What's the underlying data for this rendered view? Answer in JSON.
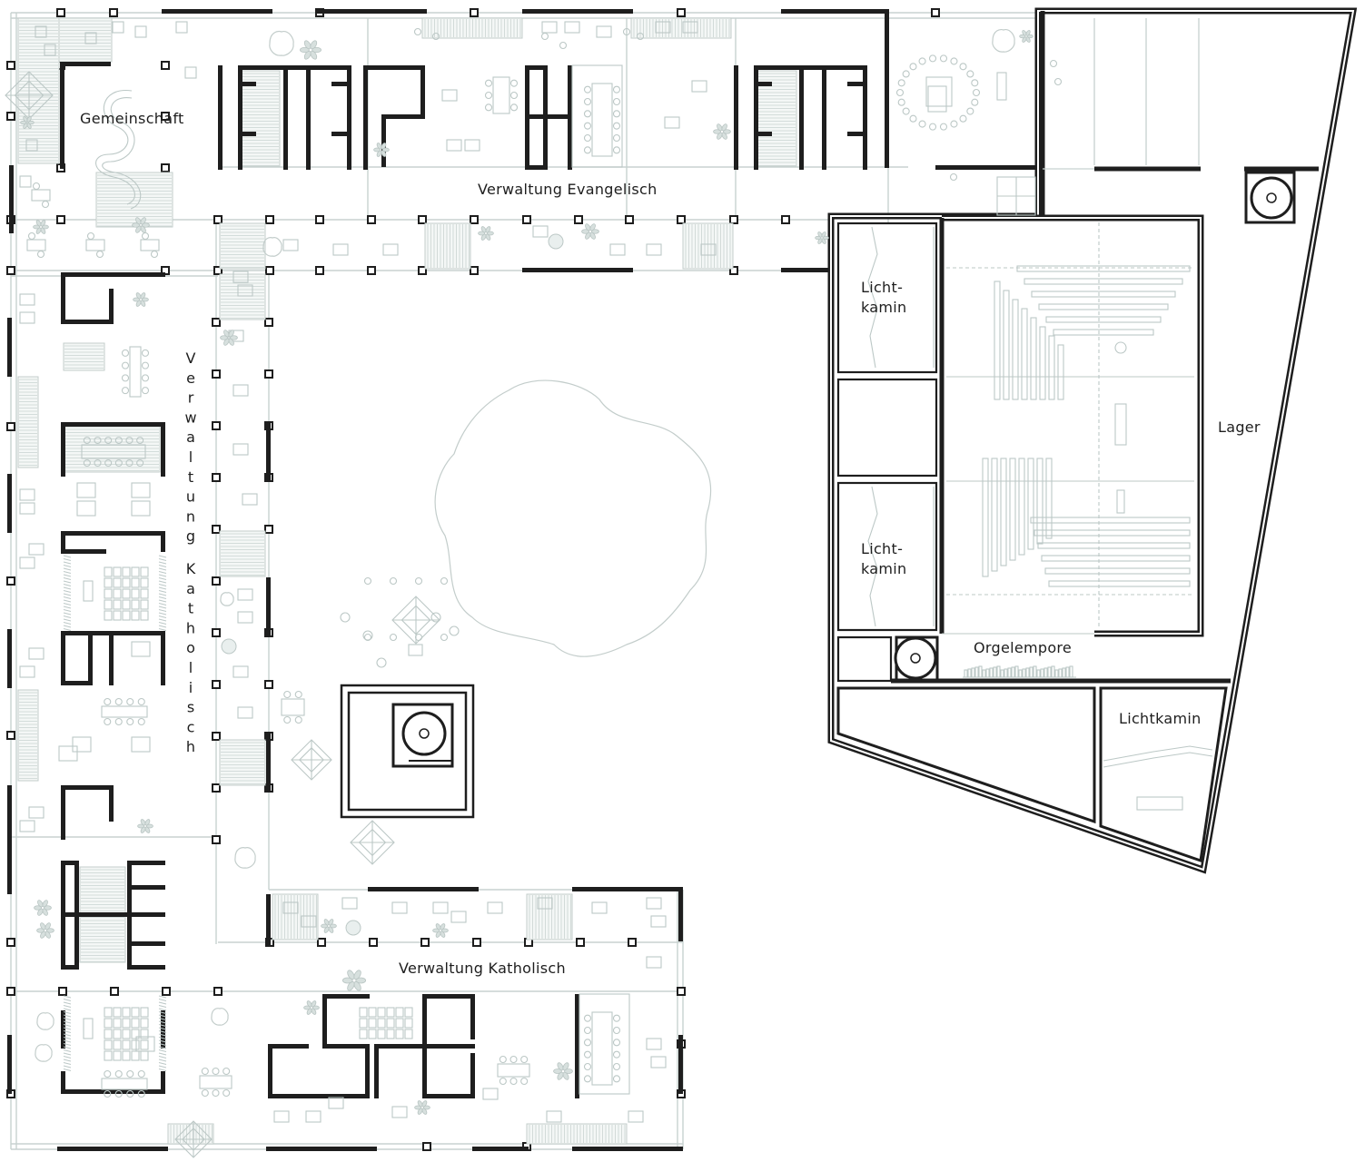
{
  "labels": {
    "gemeinschaft": "Gemeinschaft",
    "verwaltung_evangelisch": "Verwaltung Evangelisch",
    "verwaltung_katholisch_h": "Verwaltung Katholisch",
    "verwaltung_katholisch_v": "Verwaltung Katholisch",
    "lichtkamin_1_line1": "Licht-",
    "lichtkamin_1_line2": "kamin",
    "lichtkamin_2_line1": "Licht-",
    "lichtkamin_2_line2": "kamin",
    "lichtkamin_3": "Lichtkamin",
    "lager": "Lager",
    "orgelempore": "Orgelempore"
  },
  "colors": {
    "wall": "#1e1e1e",
    "furniture": "#bcc8c6",
    "grid": "#c8d2d0",
    "background": "#ffffff"
  }
}
